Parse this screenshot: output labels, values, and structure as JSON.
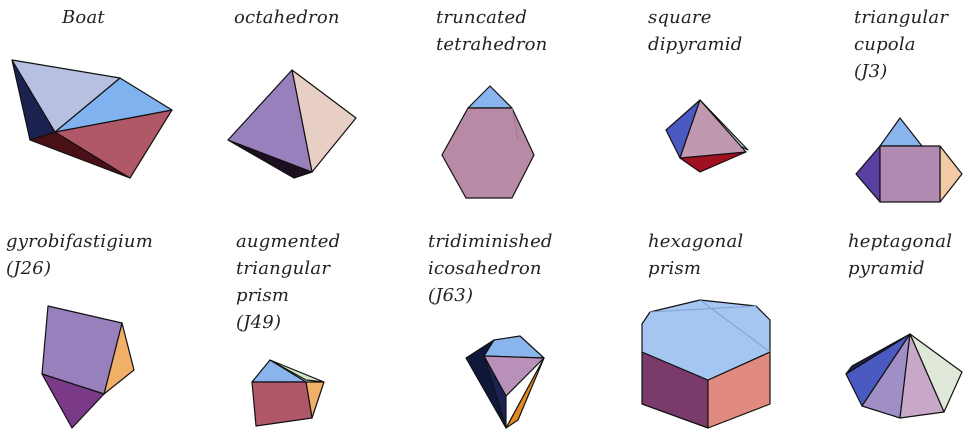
{
  "solids": [
    {
      "id": "boat",
      "label": "Boat"
    },
    {
      "id": "octahedron",
      "label": "octahedron"
    },
    {
      "id": "truncated-tetrahedron",
      "label": "truncated\ntetrahedron"
    },
    {
      "id": "square-dipyramid",
      "label": "square\ndipyramid"
    },
    {
      "id": "triangular-cupola",
      "label": "triangular\ncupola\n(J3)"
    },
    {
      "id": "gyrobifastigium",
      "label": "gyrobifastigium\n(J26)"
    },
    {
      "id": "augmented-triangular-prism",
      "label": "augmented\ntriangular\nprism\n(J49)"
    },
    {
      "id": "tridiminished-icosahedron",
      "label": "tridiminished\nicosahedron\n(J63)"
    },
    {
      "id": "hexagonal-prism",
      "label": "hexagonal\nprism"
    },
    {
      "id": "heptagonal-pyramid",
      "label": "heptagonal\npyramid"
    }
  ],
  "colors": {
    "lavender": "#b8c0e2",
    "sky": "#7fb2ee",
    "rose": "#b05868",
    "navy": "#1c2250",
    "maroon": "#4a1018",
    "violet": "#9880bc",
    "peach": "#e8cfc4",
    "mauve": "#b88aa6",
    "blue": "#4a5ac0",
    "red": "#a01020",
    "orange": "#f0b068",
    "purple": "#7a5aa0",
    "mint": "#cfe8c8"
  }
}
